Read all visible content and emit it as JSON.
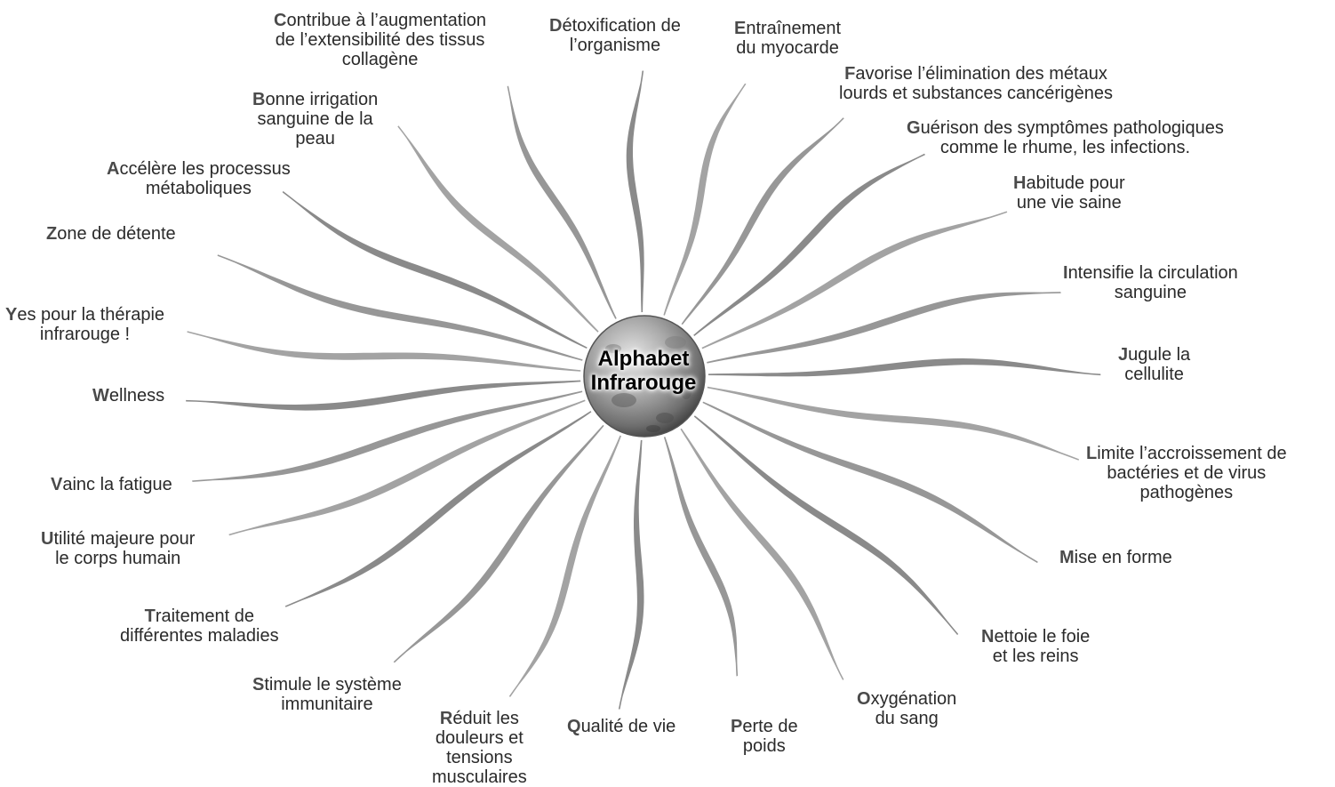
{
  "center": {
    "line1": "Alphabet",
    "line2": "Infrarouge"
  },
  "items": [
    {
      "letter": "A",
      "lines": [
        "Accélère les processus",
        "métaboliques"
      ]
    },
    {
      "letter": "B",
      "lines": [
        "Bonne irrigation",
        "sanguine de la",
        "peau"
      ]
    },
    {
      "letter": "C",
      "lines": [
        "Contribue à l’augmentation",
        "de l’extensibilité des tissus",
        "collagène"
      ]
    },
    {
      "letter": "D",
      "lines": [
        "Détoxification de",
        "l’organisme"
      ]
    },
    {
      "letter": "E",
      "lines": [
        "Entraînement",
        "du myocarde"
      ]
    },
    {
      "letter": "F",
      "lines": [
        "Favorise l’élimination des métaux",
        "lourds et substances cancérigènes"
      ]
    },
    {
      "letter": "G",
      "lines": [
        "Guérison des symptômes pathologiques",
        "comme le rhume, les infections."
      ]
    },
    {
      "letter": "H",
      "lines": [
        "Habitude pour",
        "une vie saine"
      ]
    },
    {
      "letter": "I",
      "lines": [
        "Intensifie la circulation",
        "sanguine"
      ]
    },
    {
      "letter": "J",
      "lines": [
        "Jugule la",
        "cellulite"
      ]
    },
    {
      "letter": "L",
      "lines": [
        "Limite l’accroissement de",
        "bactéries et de virus",
        "pathogènes"
      ]
    },
    {
      "letter": "M",
      "lines": [
        "Mise en forme"
      ]
    },
    {
      "letter": "N",
      "lines": [
        "Nettoie le foie",
        "et les reins"
      ]
    },
    {
      "letter": "O",
      "lines": [
        "Oxygénation",
        "du sang"
      ]
    },
    {
      "letter": "P",
      "lines": [
        "Perte de",
        "poids"
      ]
    },
    {
      "letter": "Q",
      "lines": [
        "Qualité de vie"
      ]
    },
    {
      "letter": "R",
      "lines": [
        "Réduit les",
        "douleurs et",
        "tensions",
        "musculaires"
      ]
    },
    {
      "letter": "S",
      "lines": [
        "Stimule le système",
        "immunitaire"
      ]
    },
    {
      "letter": "T",
      "lines": [
        "Traitement de",
        "différentes maladies"
      ]
    },
    {
      "letter": "U",
      "lines": [
        "Utilité majeure pour",
        "le corps humain"
      ]
    },
    {
      "letter": "V",
      "lines": [
        "Vainc la fatigue"
      ]
    },
    {
      "letter": "W",
      "lines": [
        "Wellness"
      ]
    },
    {
      "letter": "Y",
      "lines": [
        "Yes pour la thérapie",
        "infrarouge !"
      ]
    },
    {
      "letter": "Z",
      "lines": [
        "Zone de détente"
      ]
    }
  ]
}
